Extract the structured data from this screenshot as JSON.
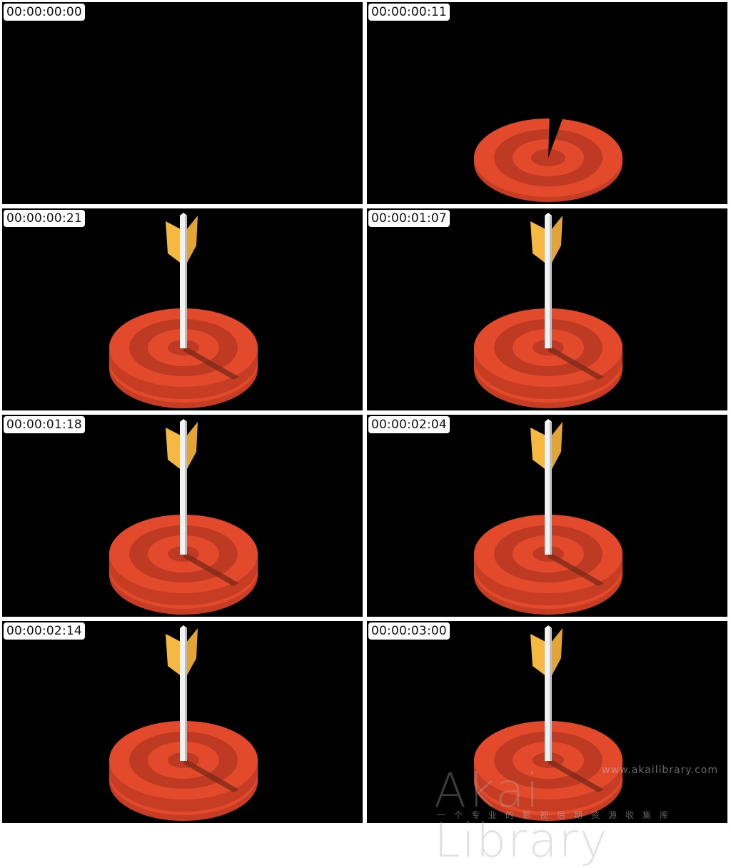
{
  "frames": [
    {
      "timestamp": "00:00:00:00",
      "scene": "empty"
    },
    {
      "timestamp": "00:00:00:11",
      "scene": "target-forming"
    },
    {
      "timestamp": "00:00:00:21",
      "scene": "arrow-in-target"
    },
    {
      "timestamp": "00:00:01:07",
      "scene": "arrow-in-target"
    },
    {
      "timestamp": "00:00:01:18",
      "scene": "arrow-in-target"
    },
    {
      "timestamp": "00:00:02:04",
      "scene": "arrow-in-target"
    },
    {
      "timestamp": "00:00:02:14",
      "scene": "arrow-in-target"
    },
    {
      "timestamp": "00:00:03:00",
      "scene": "arrow-in-target"
    }
  ],
  "colors": {
    "background": "#000000",
    "target_top": "#e34a2c",
    "target_ring_dark": "#bf3a22",
    "target_side": "#c63d24",
    "arrow_shaft": "#f2f2f2",
    "arrow_shaft_shade": "#bdbdbd",
    "fletching": "#f5b942",
    "fletching_shade": "#e3a436",
    "shadow": "#7a2a18"
  },
  "watermark": {
    "url": "www.akailibrary.com",
    "logo": "Akai Library",
    "tagline": "一个专业的影视后期资源收集库"
  }
}
